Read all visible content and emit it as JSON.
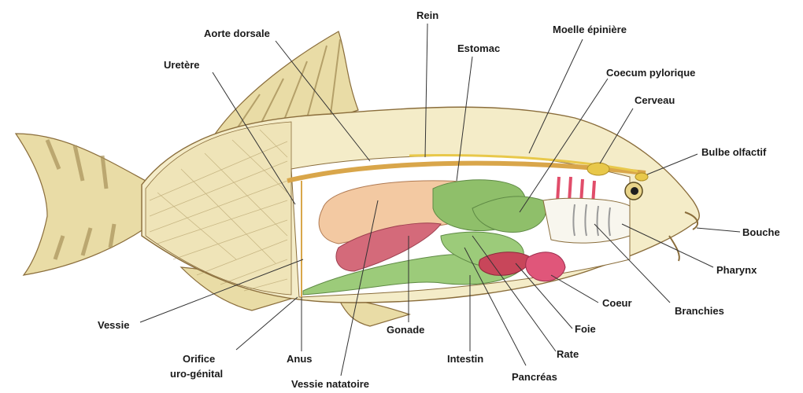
{
  "diagram": {
    "labels": {
      "rein": "Rein",
      "aorte": "Aorte dorsale",
      "moelle": "Moelle épinière",
      "estomac": "Estomac",
      "uretere": "Uretère",
      "coecum": "Coecum pylorique",
      "cerveau": "Cerveau",
      "bulbe": "Bulbe olfactif",
      "bouche": "Bouche",
      "pharynx": "Pharynx",
      "branchies": "Branchies",
      "coeur": "Coeur",
      "foie": "Foie",
      "rate": "Rate",
      "pancreas": "Pancréas",
      "intestin": "Intestin",
      "gonade": "Gonade",
      "vessie_natatoire": "Vessie natatoire",
      "anus": "Anus",
      "orifice_1": "Orifice",
      "orifice_2": "uro-génital",
      "vessie": "Vessie"
    },
    "colors": {
      "body_fill": "#f4ecc8",
      "fin_fill": "#e9dca6",
      "fin_stripe": "#a8925a",
      "outline": "#8a6d3b",
      "stomach": "#8fbf6a",
      "intestine": "#9ccb7a",
      "gonad": "#f3c9a2",
      "swim_bladder": "#f2c7a4",
      "kidney_strip": "#d9a64a",
      "liver": "#c8465a",
      "heart": "#e0567a",
      "gills": "#e14d6a",
      "spinal": "#e8c84a",
      "leader": "#333333"
    }
  }
}
